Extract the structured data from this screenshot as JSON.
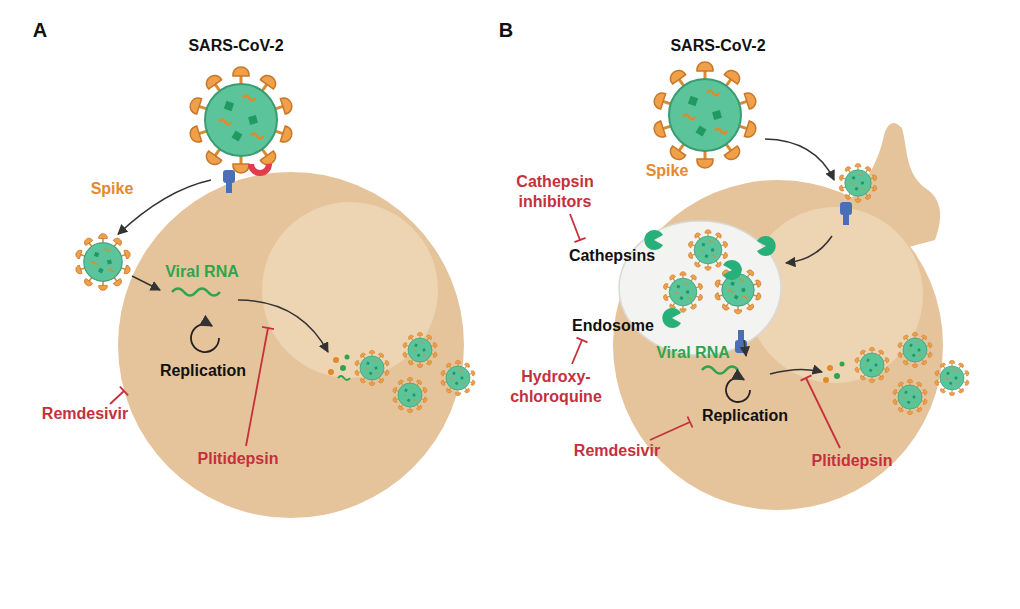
{
  "diagram": {
    "nodes": [
      {
        "text": [
          "SARS-CoV-2"
        ]
      },
      {
        "text": [
          "Viral RNA",
          "Replication"
        ]
      },
      {
        "text": [
          "SARS-CoV-2"
        ]
      },
      {
        "text": [
          "Viral RNA",
          "Replication"
        ]
      },
      {
        "text": [
          "Cathepsins",
          "Endosome"
        ],
        "in": 3
      }
    ],
    "edges": [
      {
        "from": 0,
        "to": 1,
        "arrow": "to"
      },
      {
        "from": 2,
        "to": 3,
        "arrow": "to"
      }
    ],
    "labels": [
      "A",
      "Spike",
      "Remdesivir",
      "Plitidepsin",
      "B",
      "Cathepsin inhibitors",
      "Spike",
      "Hydroxy- chloroquine",
      "Remdesivir",
      "Plitidepsin"
    ]
  }
}
